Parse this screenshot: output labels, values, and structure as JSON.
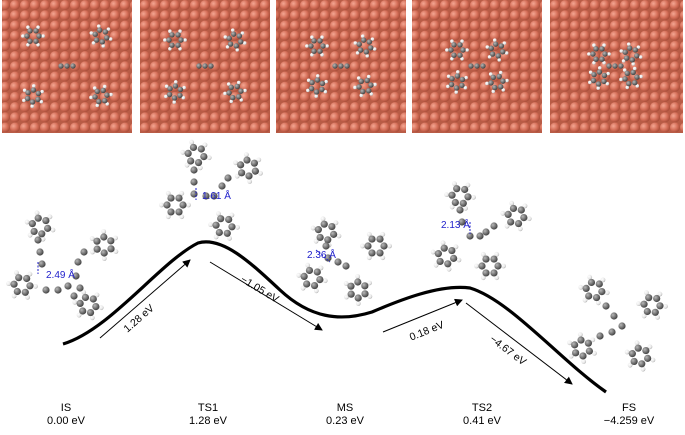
{
  "states": [
    {
      "label": "IS",
      "energy": "0.00 eV"
    },
    {
      "label": "TS1",
      "energy": "1.28 eV"
    },
    {
      "label": "MS",
      "energy": "0.23 eV"
    },
    {
      "label": "TS2",
      "energy": "0.41 eV"
    },
    {
      "label": "FS",
      "energy": "−4.259 eV"
    }
  ],
  "barriers": [
    {
      "text": "1.28 eV"
    },
    {
      "text": "−1.05 eV"
    },
    {
      "text": "0.18 eV"
    },
    {
      "text": "−4.67 eV"
    }
  ],
  "bond_distances": [
    {
      "text": "2.49 Å"
    },
    {
      "text": "1.61 Å"
    },
    {
      "text": "2.36 Å"
    },
    {
      "text": "2.13 Å"
    }
  ],
  "colors": {
    "copper": "#d6705a",
    "carbon": "#6e6e6e",
    "hydrogen": "#f2f2f2",
    "distance_label": "#2222cc",
    "profile": "#000000"
  }
}
